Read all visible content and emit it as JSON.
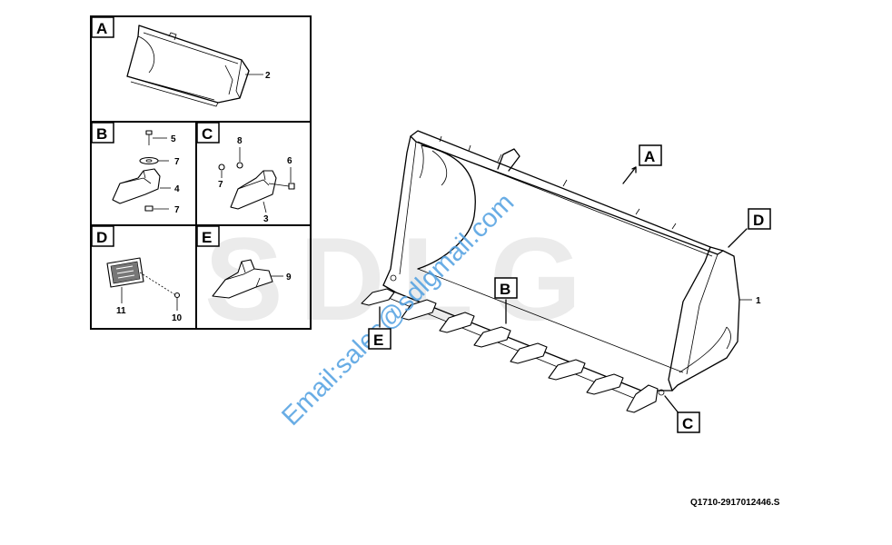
{
  "watermark": {
    "brand": "SDLG",
    "email": "Email:sales@sdlgmail.com"
  },
  "reference_code": "Q1710-2917012446.S",
  "inset_panels": [
    {
      "letter": "A",
      "part_numbers": [
        "2"
      ]
    },
    {
      "letter": "B",
      "part_numbers": [
        "5",
        "7",
        "4",
        "7"
      ]
    },
    {
      "letter": "C",
      "part_numbers": [
        "8",
        "7",
        "6",
        "3"
      ]
    },
    {
      "letter": "D",
      "part_numbers": [
        "11",
        "10"
      ]
    },
    {
      "letter": "E",
      "part_numbers": [
        "9"
      ]
    }
  ],
  "main_callouts": [
    "A",
    "D",
    "B",
    "E",
    "C"
  ],
  "main_part_number": "1"
}
